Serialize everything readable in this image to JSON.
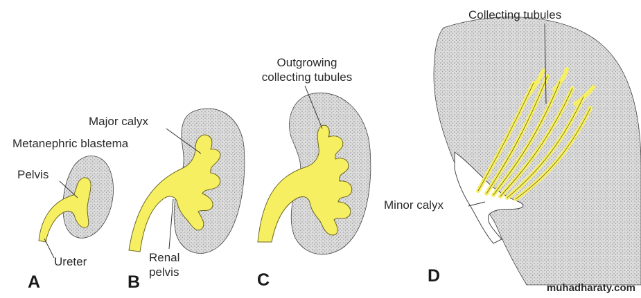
{
  "labels": {
    "metanephric_blastema": "Metanephric blastema",
    "pelvis": "Pelvis",
    "ureter": "Ureter",
    "major_calyx": "Major calyx",
    "renal_pelvis": "Renal\npelvis",
    "outgrowing_tubules": "Outgrowing\ncollecting tubules",
    "collecting_tubules": "Collecting tubules",
    "minor_calyx": "Minor calyx"
  },
  "panels": [
    "A",
    "B",
    "C",
    "D"
  ],
  "watermark": "muhadharaty.com",
  "colors": {
    "yellow": "#f7ef62",
    "yellow_outline": "#6b6520",
    "tissue": "#d9d9d9",
    "outline": "#3a3a3a",
    "text": "#2a2a2a"
  }
}
